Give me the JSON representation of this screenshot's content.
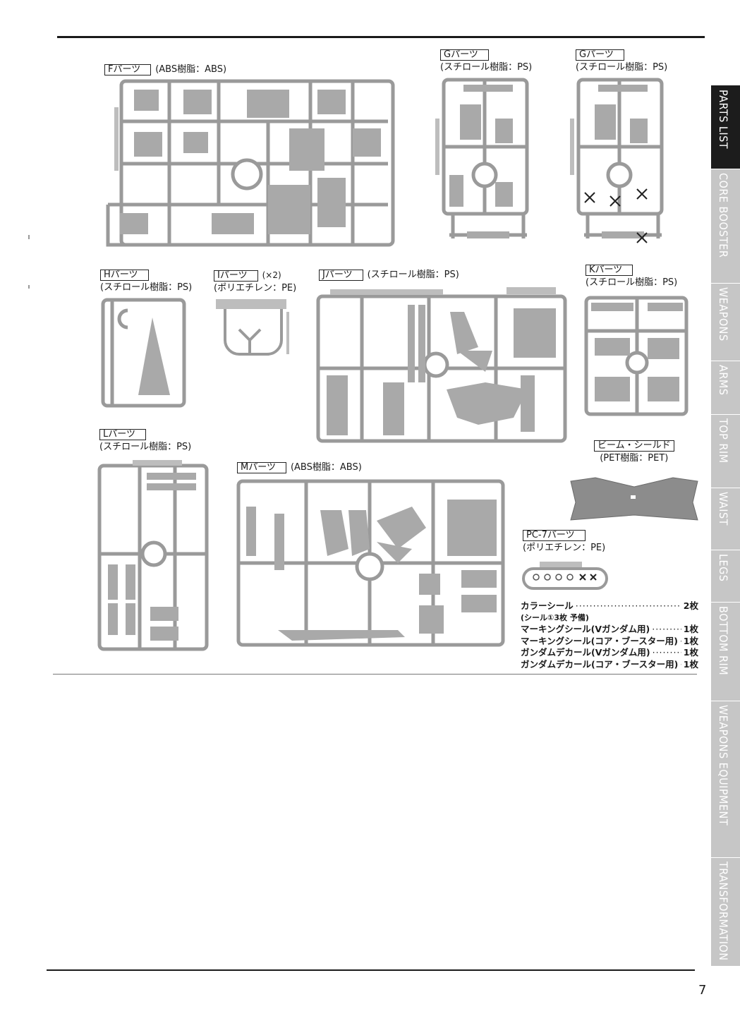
{
  "parts": {
    "F": {
      "label": "Fパーツ",
      "material": "(ABS樹脂：ABS)"
    },
    "G1": {
      "label": "Gパーツ",
      "material": "(スチロール樹脂：PS)"
    },
    "G2": {
      "label": "Gパーツ",
      "material": "(スチロール樹脂：PS)"
    },
    "H": {
      "label": "Hパーツ",
      "material": "(スチロール樹脂：PS)"
    },
    "I": {
      "label": "Iパーツ",
      "extra": "(×2)",
      "material": "(ポリエチレン：PE)"
    },
    "J": {
      "label": "Jパーツ",
      "material": "(スチロール樹脂：PS)"
    },
    "K": {
      "label": "Kパーツ",
      "material": "(スチロール樹脂：PS)"
    },
    "L": {
      "label": "Lパーツ",
      "material": "(スチロール樹脂：PS)"
    },
    "M": {
      "label": "Mパーツ",
      "material": "(ABS樹脂：ABS)"
    },
    "beam": {
      "label": "ビーム・シールド",
      "material": "(PET樹脂：PET)"
    },
    "PC7": {
      "label": "PC-7パーツ",
      "material": "(ポリエチレン：PE)"
    }
  },
  "extras": {
    "color_seal": {
      "label": "カラーシール",
      "qty": "2枚",
      "dots": "································"
    },
    "color_seal_note": "(シール①3枚 予備)",
    "items": [
      {
        "label": "マーキングシール(Vガンダム用)",
        "dots": "·········",
        "qty": "1枚"
      },
      {
        "label": "マーキングシール(コア・ブースター用)",
        "dots": "···",
        "qty": "1枚"
      },
      {
        "label": "ガンダムデカール(Vガンダム用)",
        "dots": "·········",
        "qty": "1枚"
      },
      {
        "label": "ガンダムデカール(コア・ブースター用)",
        "dots": "···",
        "qty": "1枚"
      }
    ]
  },
  "sidebar": {
    "tabs": [
      "PARTS LIST",
      "CORE BOOSTER",
      "WEAPONS",
      "ARMS",
      "TOP RIM",
      "WAIST",
      "LEGS",
      "BOTTOM RIM",
      "WEAPONS EQUIPMENT",
      "TRANSFORMATION"
    ],
    "active_index": 0
  },
  "page_number": "7",
  "colors": {
    "sprue": "#bdbdbd",
    "part": "#a9a9a9",
    "ink": "#1a1a1a",
    "sidebar": "#c6c6c6",
    "sidebar_active": "#1c1c1c"
  }
}
